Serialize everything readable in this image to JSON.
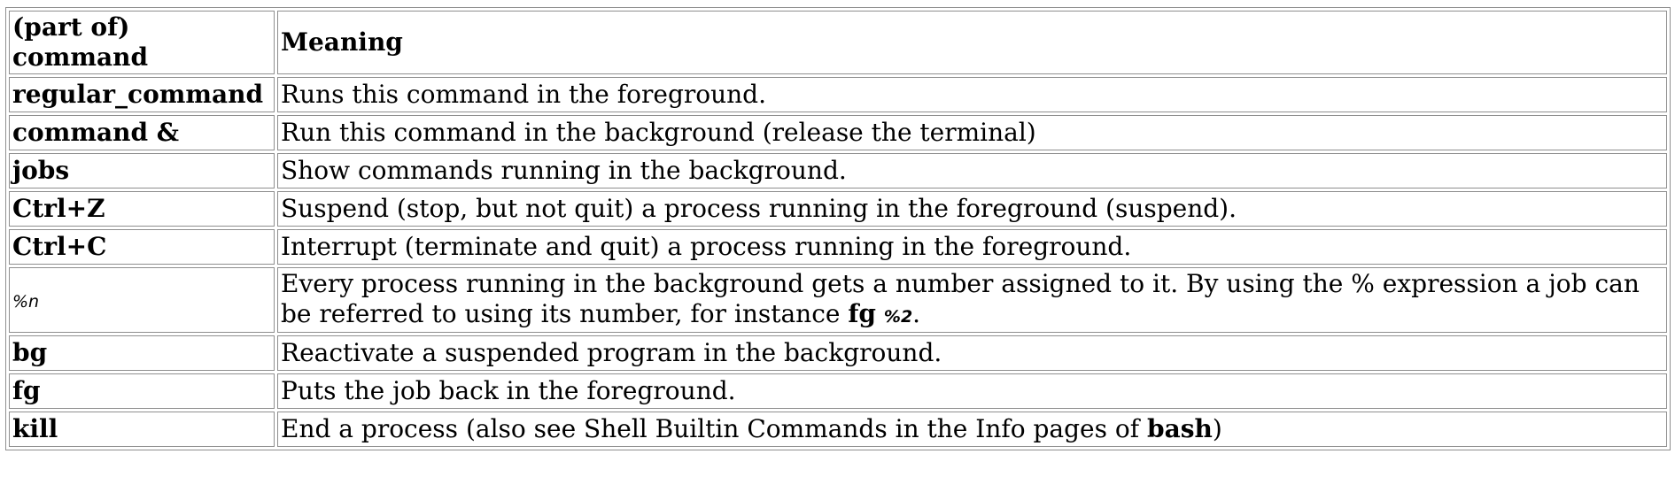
{
  "table": {
    "header": {
      "command": "(part of) command",
      "meaning": "Meaning"
    },
    "rows": [
      {
        "command": "regular_command",
        "meaning": "Runs this command in the foreground."
      },
      {
        "command": "command &",
        "meaning": "Run this command in the background (release the terminal)"
      },
      {
        "command": "jobs",
        "meaning": "Show commands running in the background."
      },
      {
        "command": "Ctrl+Z",
        "meaning": "Suspend (stop, but not quit) a process running in the foreground (suspend)."
      },
      {
        "command": "Ctrl+C",
        "meaning": "Interrupt (terminate and quit) a process running in the foreground."
      },
      {
        "command": "%n",
        "meaning_before": "Every process running in the background gets a number assigned to it. By using the % expression a job can be referred to using its number, for instance ",
        "meaning_bold": "fg",
        "meaning_code": "%2",
        "meaning_after": "."
      },
      {
        "command": "bg",
        "meaning": "Reactivate a suspended program in the background."
      },
      {
        "command": "fg",
        "meaning": "Puts the job back in the foreground."
      },
      {
        "command": "kill",
        "meaning_before": "End a process (also see Shell Builtin Commands in the Info pages of ",
        "meaning_bold": "bash",
        "meaning_after": ")"
      }
    ]
  }
}
